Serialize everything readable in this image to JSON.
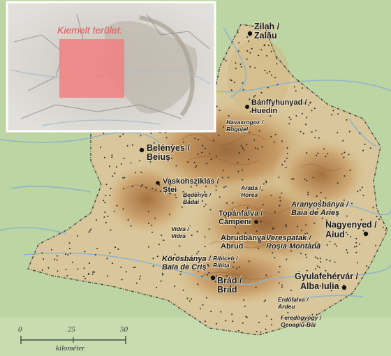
{
  "inset": {
    "title": "Kiemelt terület:"
  },
  "scale": {
    "ticks": [
      "0",
      "25",
      "50"
    ],
    "unit": "kilométer"
  },
  "places": [
    {
      "id": "zilah",
      "line1": "Zilah /",
      "line2": "Zalău",
      "size": "big"
    },
    {
      "id": "banffyhunyad",
      "line1": "Bánffyhunyad /",
      "line2": "Huedin",
      "size": "normal"
    },
    {
      "id": "havasrogoz",
      "line1": "Havasrogoz /",
      "line2": "Rogojel",
      "size": "small"
    },
    {
      "id": "belenyes",
      "line1": "Belényes /",
      "line2": "Beiuş",
      "size": "big"
    },
    {
      "id": "vaskohsziklas",
      "line1": "Vaskohsziklás /",
      "line2": "Ştei",
      "size": "normal"
    },
    {
      "id": "bedenye",
      "line1": "Bedenye /",
      "line2": "Bădai",
      "size": "small"
    },
    {
      "id": "arada",
      "line1": "Aráda /",
      "line2": "Horea",
      "size": "small"
    },
    {
      "id": "topanfalva",
      "line1": "Topánfalva /",
      "line2": "Câmpeni",
      "size": "normal"
    },
    {
      "id": "aranyosbanya",
      "line1": "Aranyosbánya /",
      "line2": "Baia de Arieş",
      "size": "normal"
    },
    {
      "id": "nagyenyed",
      "line1": "Nagyenyed /",
      "line2": "Aiud",
      "size": "big"
    },
    {
      "id": "vidra",
      "line1": "Vidra /",
      "line2": "Vidra",
      "size": "small"
    },
    {
      "id": "abrudbanya",
      "line1": "Abrudbánya /",
      "line2": "Abrud",
      "size": "normal"
    },
    {
      "id": "verespatak",
      "line1": "Verespatak /",
      "line2": "Roşia Montană",
      "size": "normal"
    },
    {
      "id": "korosbanya",
      "line1": "Körösbánya /",
      "line2": "Baia de Criş",
      "size": "normal"
    },
    {
      "id": "ribicze",
      "line1": "Ribiceb /",
      "line2": "Ribiţa",
      "size": "small"
    },
    {
      "id": "brad",
      "line1": "Brád /",
      "line2": "Brad",
      "size": "big"
    },
    {
      "id": "gyulafehervar",
      "line1": "Gyulafehérvár /",
      "line2": "Alba Iulia",
      "size": "big"
    },
    {
      "id": "erdofalva",
      "line1": "Erdőfalva /",
      "line2": "Ardeu",
      "size": "small"
    },
    {
      "id": "fenesszorgy",
      "line1": "Feredőgyógy /",
      "line2": "Geoagiu-Băi",
      "size": "small"
    }
  ],
  "colors": {
    "lowland": "#bcd5a3",
    "hill": "#d9c79b",
    "mountain": "#b9864f",
    "peak": "#9c6a3c",
    "river": "#8fb6c9",
    "border": "#3a3a3a",
    "highlight": "#f08080"
  }
}
